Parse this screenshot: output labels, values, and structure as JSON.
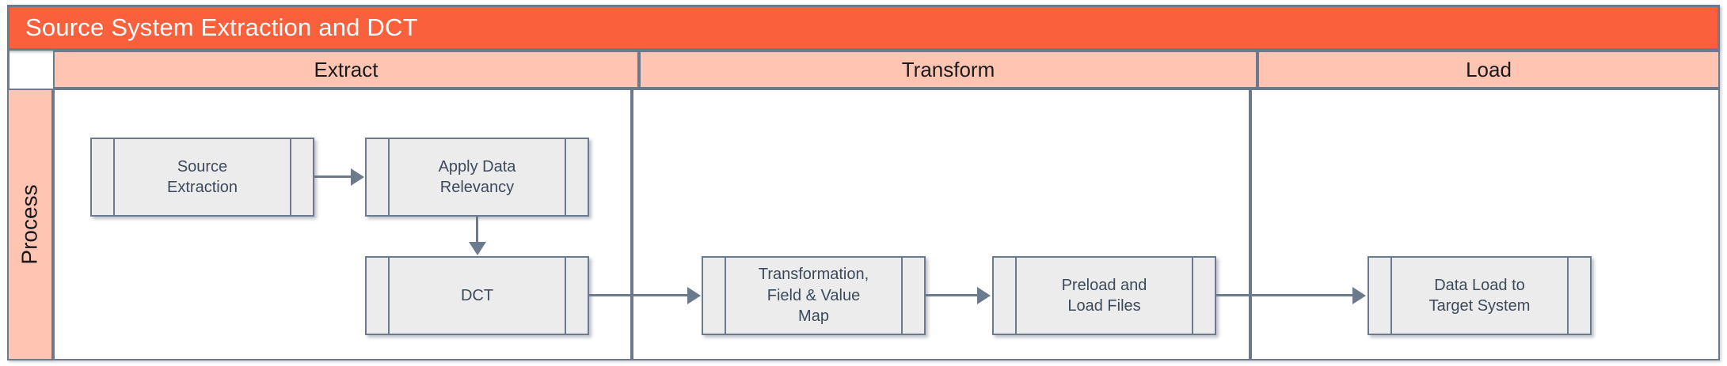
{
  "diagram": {
    "title": "Source System Extraction and DCT",
    "title_bar_color": "#fb603c",
    "phase_header_color": "#ffc4b2",
    "node_fill_color": "#ececec",
    "line_color": "#6b7a8c",
    "node_text_color": "#3d4a5c"
  },
  "phases": [
    {
      "label": "Extract"
    },
    {
      "label": "Transform"
    },
    {
      "label": "Load"
    }
  ],
  "lanes": [
    {
      "label": "Process"
    }
  ],
  "nodes": [
    {
      "id": "source-extraction",
      "label": "Source\nExtraction",
      "phase": "Extract"
    },
    {
      "id": "apply-data-relevancy",
      "label": "Apply Data\nRelevancy",
      "phase": "Extract"
    },
    {
      "id": "dct",
      "label": "DCT",
      "phase": "Extract"
    },
    {
      "id": "transformation-map",
      "label": "Transformation,\nField & Value\nMap",
      "phase": "Transform"
    },
    {
      "id": "preload-load-files",
      "label": "Preload and\nLoad Files",
      "phase": "Transform"
    },
    {
      "id": "data-load-target",
      "label": "Data Load to\nTarget System",
      "phase": "Load"
    }
  ],
  "connections": [
    {
      "from": "source-extraction",
      "to": "apply-data-relevancy",
      "direction": "right"
    },
    {
      "from": "apply-data-relevancy",
      "to": "dct",
      "direction": "down"
    },
    {
      "from": "dct",
      "to": "transformation-map",
      "direction": "right"
    },
    {
      "from": "transformation-map",
      "to": "preload-load-files",
      "direction": "right"
    },
    {
      "from": "preload-load-files",
      "to": "data-load-target",
      "direction": "right"
    }
  ]
}
